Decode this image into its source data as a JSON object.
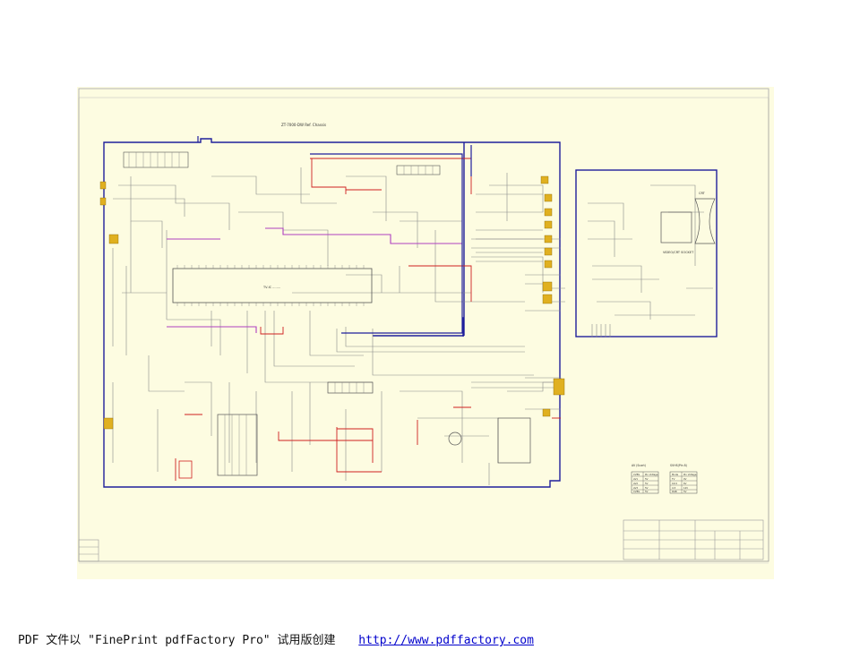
{
  "schematic": {
    "title": "ZT-7000-DW Ref. Chassis",
    "ic_main_label": "TV-IC ........",
    "crt_label": "CRT",
    "socket_label": "VIDEO/CRT SOCKET",
    "table_left": {
      "title": "AV (Scart)",
      "headers": [
        "CVBS",
        "Pin Voltage"
      ],
      "rows": [
        [
          "AV1",
          "5V"
        ],
        [
          "AV2",
          "5V"
        ],
        [
          "AV3",
          "5V"
        ],
        [
          "CVBS",
          "5V"
        ]
      ]
    },
    "table_right": {
      "title": "SVHS(Pin 8)",
      "headers": [
        "Mode",
        "Pin Voltage"
      ],
      "rows": [
        [
          "TV",
          "0V"
        ],
        [
          "16:9",
          "6V"
        ],
        [
          "4:3",
          "12V"
        ],
        [
          "RGB",
          "5V"
        ]
      ]
    }
  },
  "footer": {
    "text": "PDF 文件以 \"FinePrint pdfFactory Pro\" 试用版创建",
    "link": "http://www.pdffactory.com"
  },
  "colors": {
    "paper": "#fdfce1",
    "blue_wire": "#1f1f9c",
    "red_wire": "#d02020",
    "magenta_wire": "#b040c0",
    "grey_wire": "#8a8a8a",
    "link": "#0000cc"
  }
}
